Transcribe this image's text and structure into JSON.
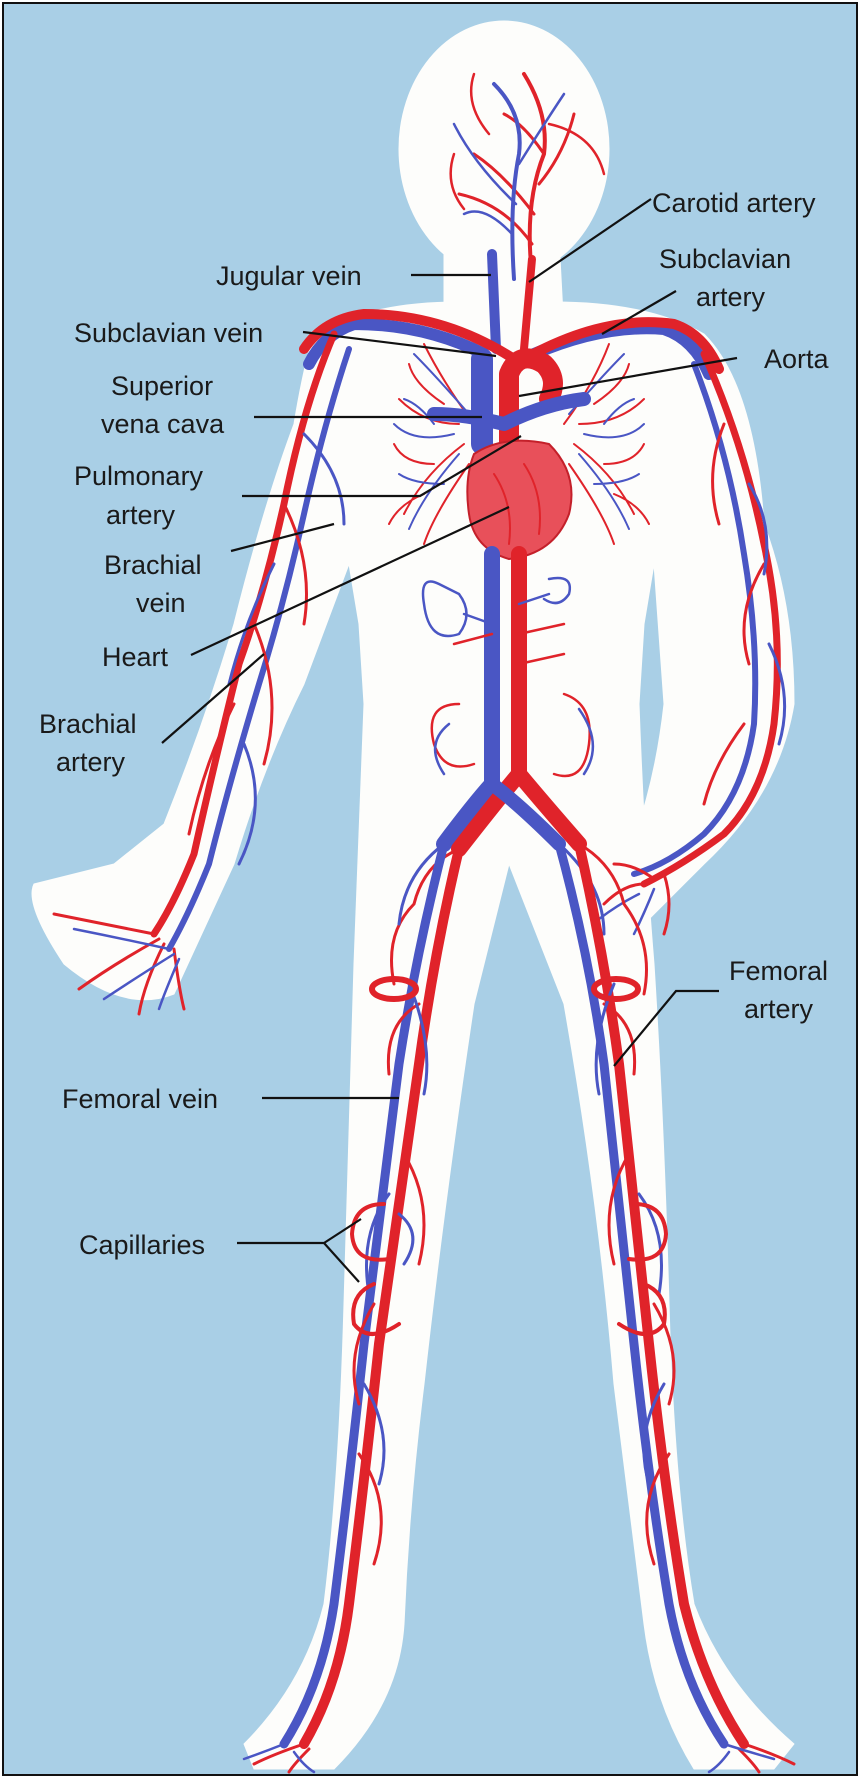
{
  "colors": {
    "background": "#a9cfe6",
    "body_silhouette": "#fdfdfb",
    "artery": "#e0232a",
    "vein": "#4a56c4",
    "heart": "#e8505a",
    "label_text": "#1a1a1a"
  },
  "labels": {
    "carotid_artery": "Carotid  artery",
    "jugular_vein": "Jugular vein",
    "subclavian_artery_1": "Subclavian",
    "subclavian_artery_2": "artery",
    "subclavian_vein": "Subclavian vein",
    "aorta": "Aorta",
    "superior_vena_cava_1": "Superior",
    "superior_vena_cava_2": "vena cava",
    "pulmonary_artery_1": "Pulmonary",
    "pulmonary_artery_2": "artery",
    "brachial_vein_1": "Brachial",
    "brachial_vein_2": "vein",
    "heart": "Heart",
    "brachial_artery_1": "Brachial",
    "brachial_artery_2": "artery",
    "femoral_artery_1": "Femoral",
    "femoral_artery_2": "artery",
    "femoral_vein": "Femoral vein",
    "capillaries": "Capillaries"
  }
}
